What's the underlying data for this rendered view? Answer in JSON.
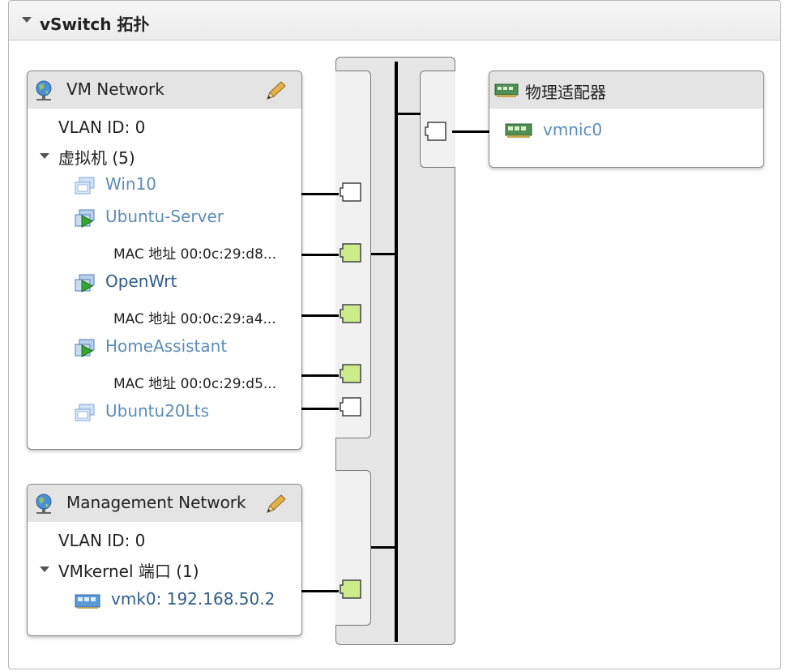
{
  "panel": {
    "title": "vSwitch 拓扑"
  },
  "vm_network": {
    "title": "VM Network",
    "vlan": "VLAN ID: 0",
    "vms_label": "虚拟机 (5)",
    "vms": [
      {
        "name": "Win10",
        "state": "powered-off"
      },
      {
        "name": "Ubuntu-Server",
        "state": "powered-on",
        "mac": "MAC 地址 00:0c:29:d8..."
      },
      {
        "name": "OpenWrt",
        "state": "powered-on",
        "mac": "MAC 地址 00:0c:29:a4..."
      },
      {
        "name": "HomeAssistant",
        "state": "powered-on",
        "mac": "MAC 地址 00:0c:29:d5..."
      },
      {
        "name": "Ubuntu20Lts",
        "state": "powered-off"
      }
    ]
  },
  "management_network": {
    "title": "Management Network",
    "vlan": "VLAN ID: 0",
    "ports_label": "VMkernel 端口 (1)",
    "vmk": "vmk0: 192.168.50.2"
  },
  "physical_adapters": {
    "title": "物理适配器",
    "nics": [
      "vmnic0"
    ]
  },
  "colors": {
    "port_active": "#cdeb8b",
    "port_inactive": "#ffffff",
    "link_light": "#5b8db8",
    "link_dark": "#2f5d8a",
    "header_bg": "#e4e4e4"
  }
}
